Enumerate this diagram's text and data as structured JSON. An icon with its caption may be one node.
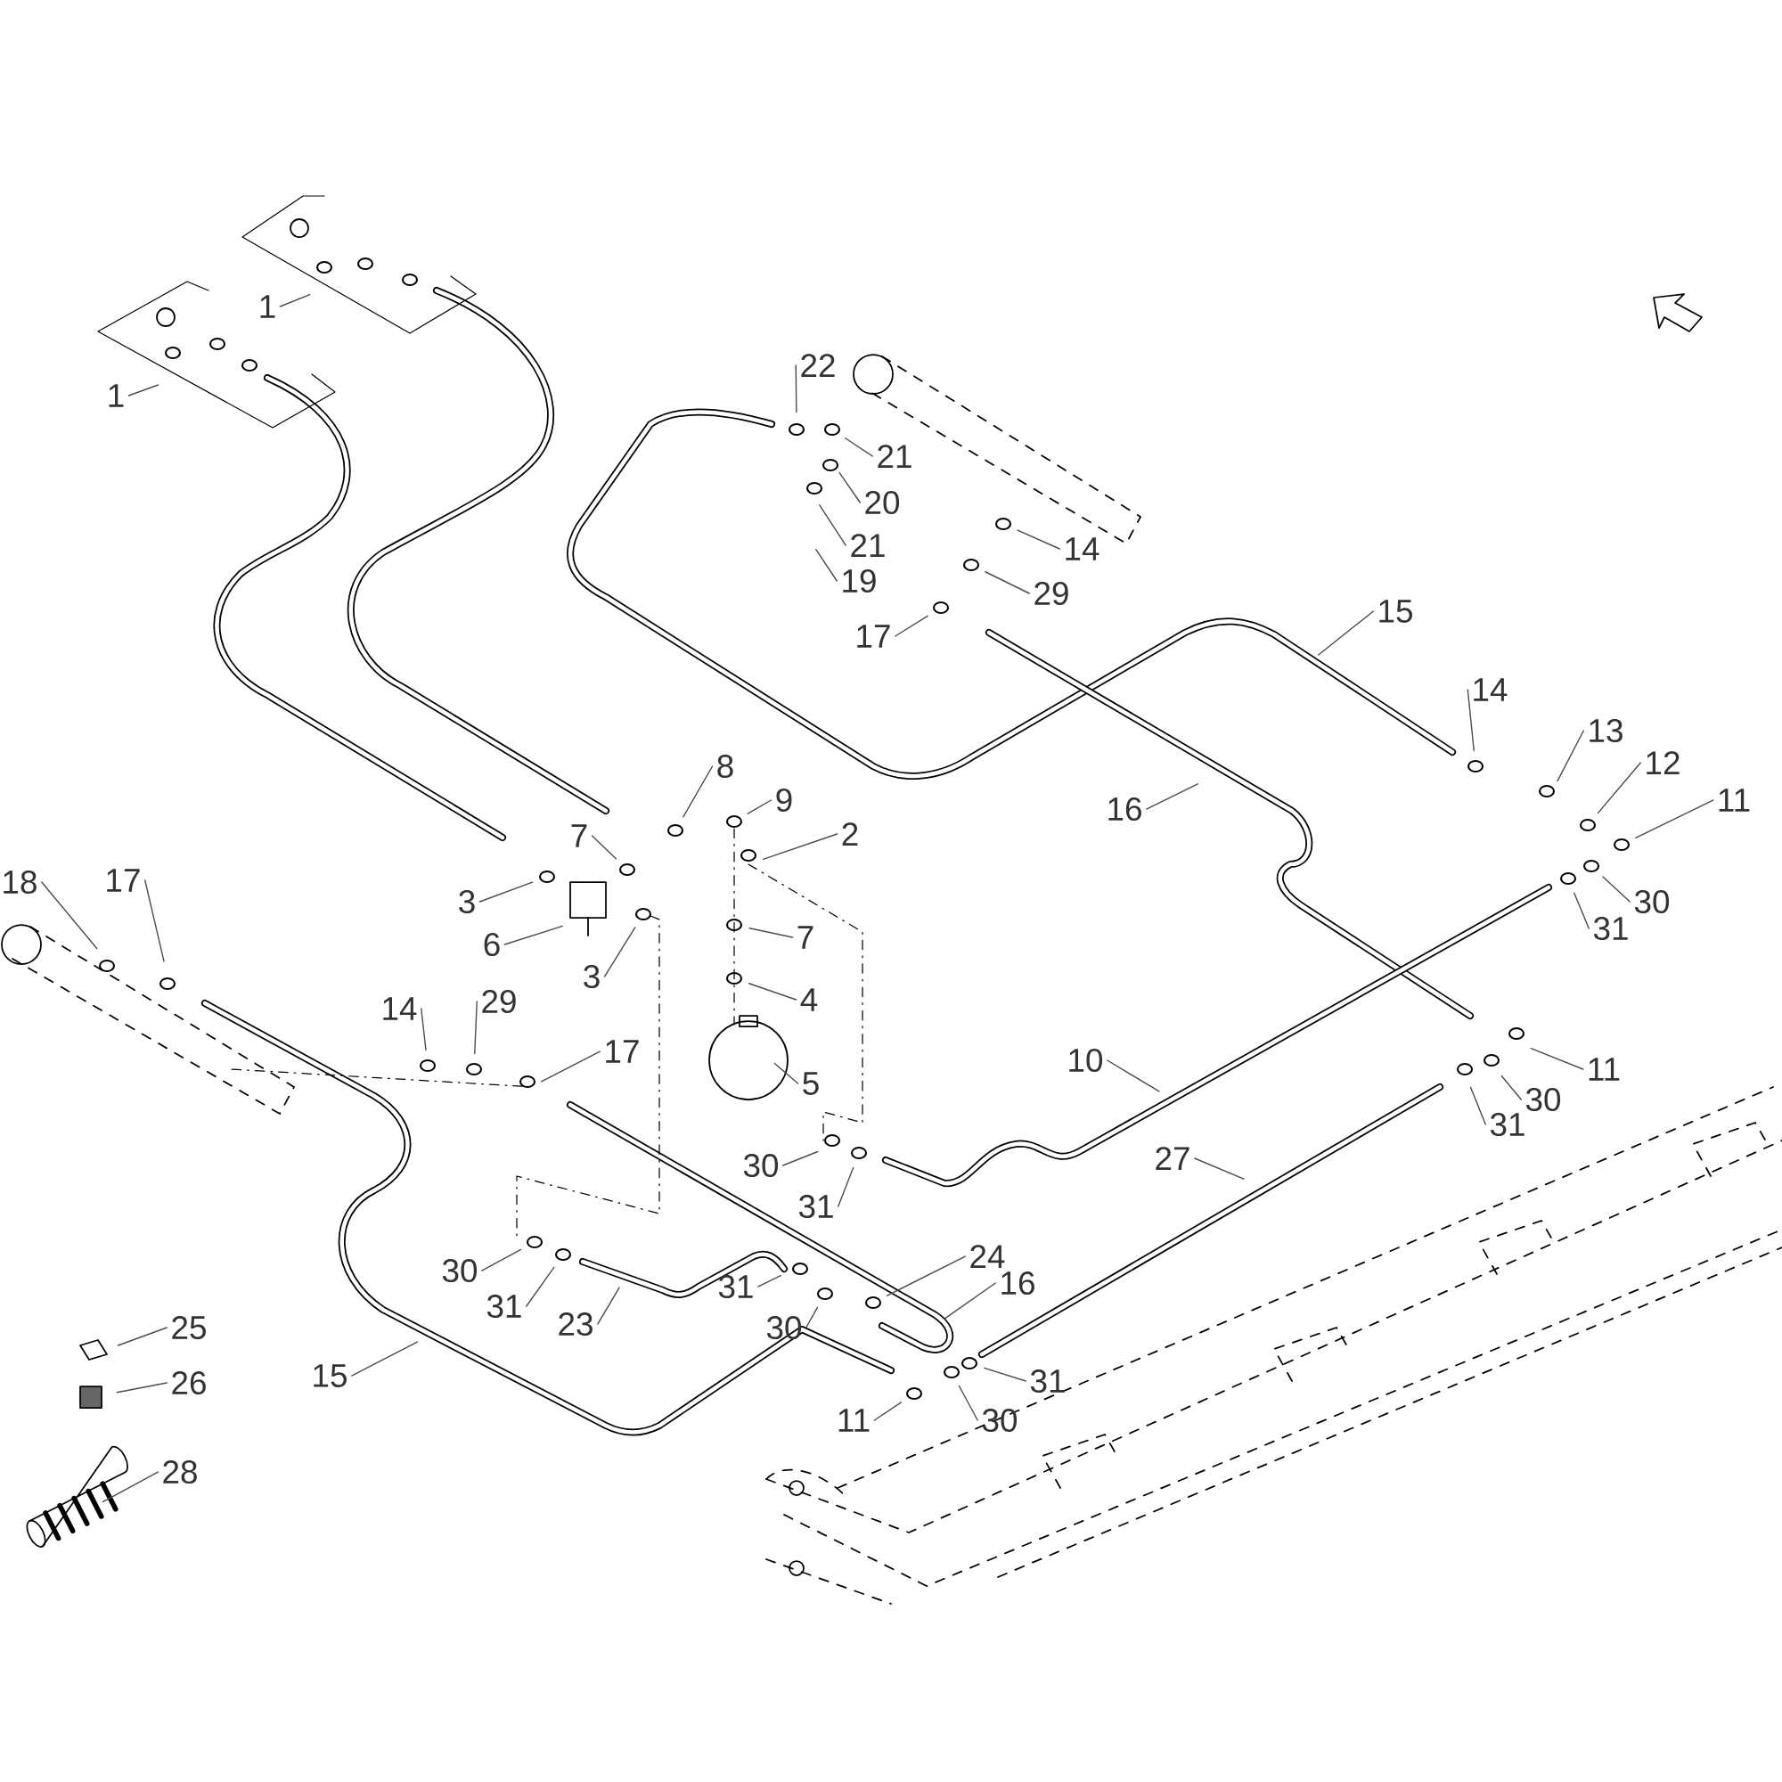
{
  "diagram": {
    "nodes": [
      {
        "text": [
          "1"
        ]
      },
      {
        "text": [
          "1"
        ]
      },
      {
        "text": [
          "22"
        ]
      },
      {
        "text": [
          "21"
        ]
      },
      {
        "text": [
          "20"
        ]
      },
      {
        "text": [
          "21"
        ]
      },
      {
        "text": [
          "19"
        ]
      },
      {
        "text": [
          "14"
        ]
      },
      {
        "text": [
          "29"
        ]
      },
      {
        "text": [
          "17"
        ]
      },
      {
        "text": [
          "15"
        ]
      },
      {
        "text": [
          "16"
        ]
      },
      {
        "text": [
          "14"
        ]
      },
      {
        "text": [
          "13"
        ]
      },
      {
        "text": [
          "12"
        ]
      },
      {
        "text": [
          "11"
        ]
      },
      {
        "text": [
          "30"
        ]
      },
      {
        "text": [
          "31"
        ]
      },
      {
        "text": [
          "8"
        ]
      },
      {
        "text": [
          "9"
        ]
      },
      {
        "text": [
          "2"
        ]
      },
      {
        "text": [
          "7"
        ]
      },
      {
        "text": [
          "3"
        ]
      },
      {
        "text": [
          "6"
        ]
      },
      {
        "text": [
          "7"
        ]
      },
      {
        "text": [
          "3"
        ]
      },
      {
        "text": [
          "4"
        ]
      },
      {
        "text": [
          "5"
        ]
      },
      {
        "text": [
          "18"
        ]
      },
      {
        "text": [
          "17"
        ]
      },
      {
        "text": [
          "14"
        ]
      },
      {
        "text": [
          "29"
        ]
      },
      {
        "text": [
          "17"
        ]
      },
      {
        "text": [
          "10"
        ]
      },
      {
        "text": [
          "11"
        ]
      },
      {
        "text": [
          "30"
        ]
      },
      {
        "text": [
          "31"
        ]
      },
      {
        "text": [
          "27"
        ]
      },
      {
        "text": [
          "30"
        ]
      },
      {
        "text": [
          "31"
        ]
      },
      {
        "text": [
          "30"
        ]
      },
      {
        "text": [
          "31"
        ]
      },
      {
        "text": [
          "23"
        ]
      },
      {
        "text": [
          "24"
        ]
      },
      {
        "text": [
          "16"
        ]
      },
      {
        "text": [
          "31"
        ]
      },
      {
        "text": [
          "30"
        ]
      },
      {
        "text": [
          "15"
        ]
      },
      {
        "text": [
          "11"
        ]
      },
      {
        "text": [
          "30"
        ]
      },
      {
        "text": [
          "31"
        ]
      },
      {
        "text": [
          "25"
        ]
      },
      {
        "text": [
          "26"
        ]
      },
      {
        "text": [
          "28"
        ]
      }
    ],
    "edges": [
      {
        "from": 0,
        "to": null,
        "arrow": "none"
      },
      {
        "from": 1,
        "to": null,
        "arrow": "none"
      },
      {
        "from": 2,
        "to": null,
        "arrow": "none"
      },
      {
        "from": 3,
        "to": null,
        "arrow": "none"
      },
      {
        "from": 4,
        "to": null,
        "arrow": "none"
      },
      {
        "from": 5,
        "to": null,
        "arrow": "none"
      },
      {
        "from": 6,
        "to": null,
        "arrow": "none"
      },
      {
        "from": 7,
        "to": null,
        "arrow": "none"
      },
      {
        "from": 8,
        "to": null,
        "arrow": "none"
      },
      {
        "from": 9,
        "to": null,
        "arrow": "none"
      },
      {
        "from": 10,
        "to": null,
        "arrow": "none"
      },
      {
        "from": 11,
        "to": null,
        "arrow": "none"
      },
      {
        "from": 12,
        "to": null,
        "arrow": "none"
      },
      {
        "from": 13,
        "to": null,
        "arrow": "none"
      },
      {
        "from": 14,
        "to": null,
        "arrow": "none"
      },
      {
        "from": 15,
        "to": null,
        "arrow": "none"
      },
      {
        "from": 16,
        "to": null,
        "arrow": "none"
      },
      {
        "from": 17,
        "to": null,
        "arrow": "none"
      },
      {
        "from": 18,
        "to": null,
        "arrow": "none"
      },
      {
        "from": 19,
        "to": null,
        "arrow": "none"
      },
      {
        "from": 20,
        "to": null,
        "arrow": "none"
      },
      {
        "from": 21,
        "to": null,
        "arrow": "none"
      },
      {
        "from": 22,
        "to": null,
        "arrow": "none"
      },
      {
        "from": 23,
        "to": null,
        "arrow": "none"
      },
      {
        "from": 24,
        "to": null,
        "arrow": "none"
      },
      {
        "from": 25,
        "to": null,
        "arrow": "none"
      },
      {
        "from": 26,
        "to": null,
        "arrow": "none"
      },
      {
        "from": 27,
        "to": null,
        "arrow": "none"
      },
      {
        "from": 28,
        "to": null,
        "arrow": "none"
      },
      {
        "from": 29,
        "to": null,
        "arrow": "none"
      },
      {
        "from": 30,
        "to": null,
        "arrow": "none"
      },
      {
        "from": 31,
        "to": null,
        "arrow": "none"
      },
      {
        "from": 32,
        "to": null,
        "arrow": "none"
      },
      {
        "from": 33,
        "to": null,
        "arrow": "none"
      },
      {
        "from": 34,
        "to": null,
        "arrow": "none"
      },
      {
        "from": 35,
        "to": null,
        "arrow": "none"
      },
      {
        "from": 36,
        "to": null,
        "arrow": "none"
      },
      {
        "from": 37,
        "to": null,
        "arrow": "none"
      },
      {
        "from": 38,
        "to": null,
        "arrow": "none"
      },
      {
        "from": 39,
        "to": null,
        "arrow": "none"
      },
      {
        "from": 40,
        "to": null,
        "arrow": "none"
      },
      {
        "from": 41,
        "to": null,
        "arrow": "none"
      },
      {
        "from": 42,
        "to": null,
        "arrow": "none"
      },
      {
        "from": 43,
        "to": null,
        "arrow": "none"
      },
      {
        "from": 44,
        "to": null,
        "arrow": "none"
      },
      {
        "from": 45,
        "to": null,
        "arrow": "none"
      },
      {
        "from": 46,
        "to": null,
        "arrow": "none"
      },
      {
        "from": 47,
        "to": null,
        "arrow": "none"
      },
      {
        "from": 48,
        "to": null,
        "arrow": "none"
      },
      {
        "from": 49,
        "to": null,
        "arrow": "none"
      },
      {
        "from": 50,
        "to": null,
        "arrow": "none"
      },
      {
        "from": 51,
        "to": null,
        "arrow": "none"
      },
      {
        "from": 52,
        "to": null,
        "arrow": "none"
      },
      {
        "from": 53,
        "to": null,
        "arrow": "none"
      }
    ]
  }
}
